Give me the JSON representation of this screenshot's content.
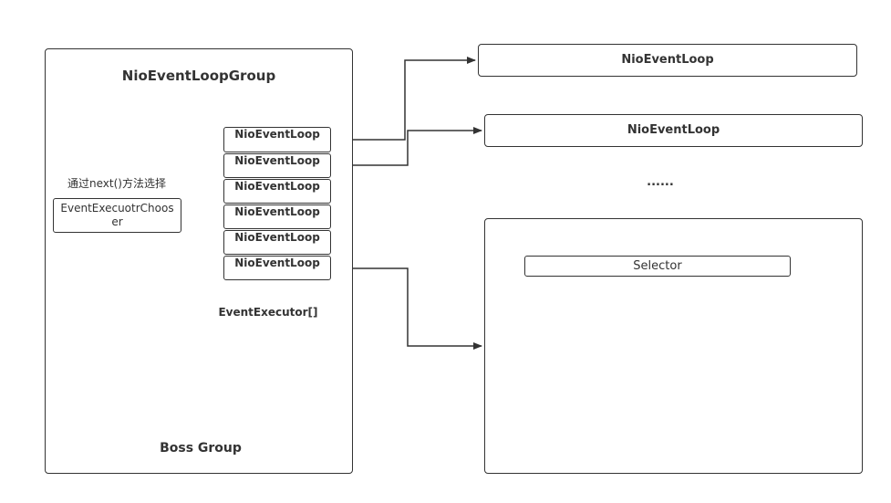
{
  "group": {
    "title": "NioEventLoopGroup",
    "footer": "Boss Group",
    "chooser_caption": "通过next()方法选择",
    "chooser_label": "EventExecuotrChooser",
    "array_label": "EventExecutor[]",
    "loops": [
      "NioEventLoop",
      "NioEventLoop",
      "NioEventLoop",
      "NioEventLoop",
      "NioEventLoop",
      "NioEventLoop"
    ]
  },
  "right": {
    "loop_1": "NioEventLoop",
    "loop_2": "NioEventLoop",
    "ellipsis": "......",
    "selector": "Selector"
  },
  "colors": {
    "stroke": "#333333",
    "background": "#ffffff"
  }
}
